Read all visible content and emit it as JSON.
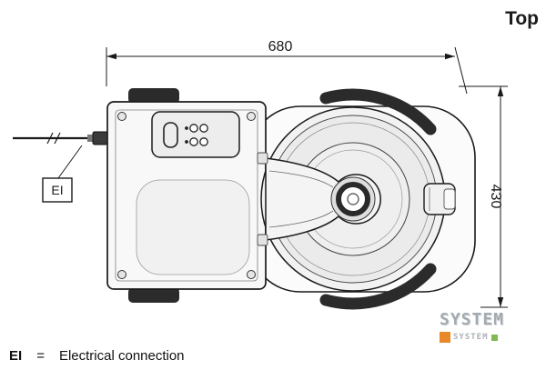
{
  "title": "Top",
  "dimensions": {
    "width": "680",
    "height": "430"
  },
  "callout": {
    "label": "EI"
  },
  "legend": {
    "term": "EI",
    "equals": "=",
    "definition": "Electrical connection"
  },
  "watermark": {
    "brand": "SYSTEM",
    "brand_small": "SYSTEM"
  },
  "colors": {
    "line": "#1a1a1a",
    "foot_pad": "#2b2b2b",
    "watermark_gray": "#9fa6ac",
    "watermark_orange": "#e8821e",
    "watermark_green": "#7ab648"
  }
}
